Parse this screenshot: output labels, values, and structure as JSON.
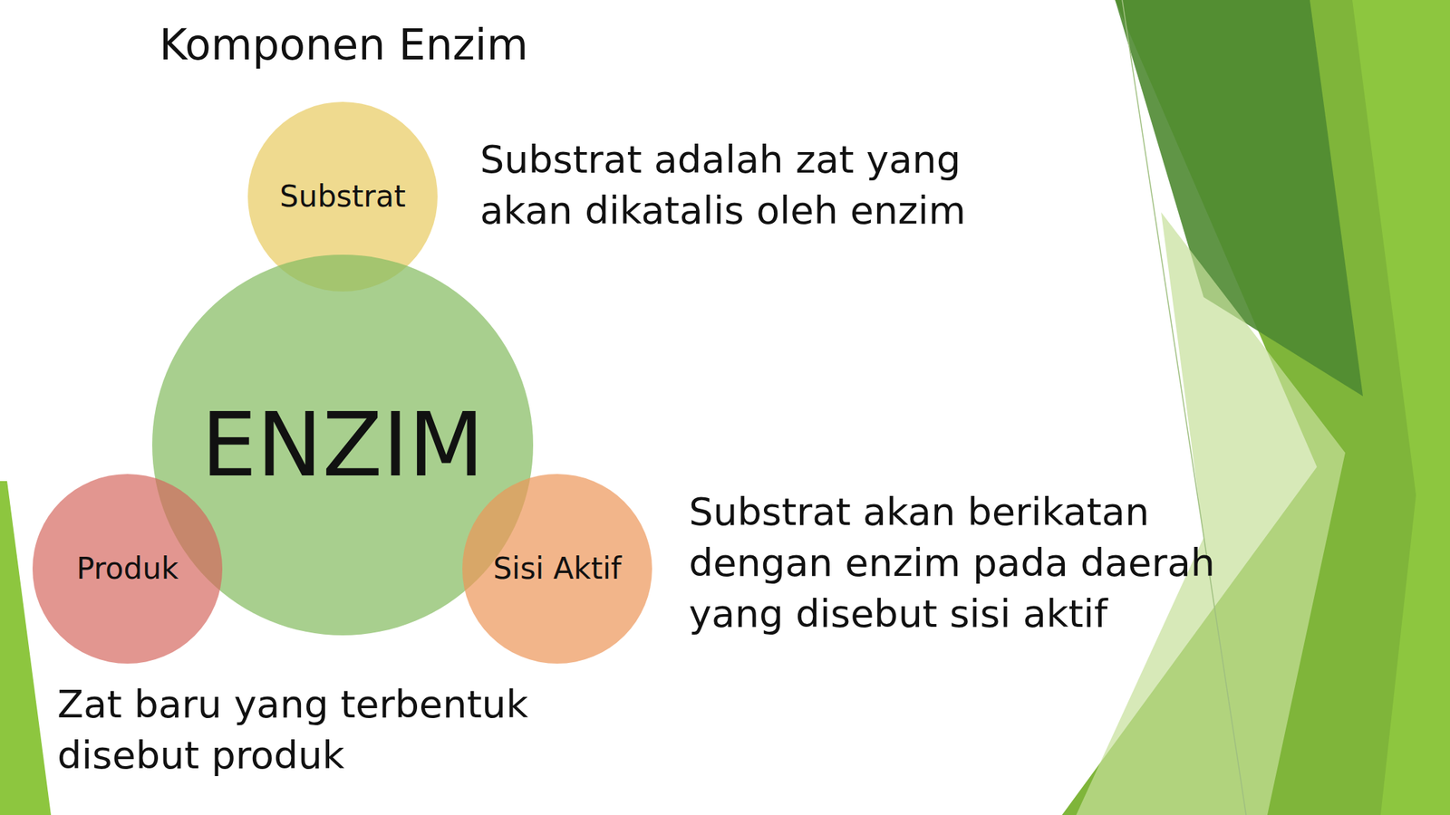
{
  "diagram": {
    "title": "Komponen Enzim",
    "nodes": [
      {
        "text": [
          "Substrat"
        ]
      },
      {
        "text": [
          "ENZIM"
        ]
      },
      {
        "text": [
          "Produk"
        ]
      },
      {
        "text": [
          "Sisi Aktif"
        ]
      }
    ],
    "labels": [
      "Substrat adalah zat yang akan dikatalis oleh enzim",
      "Substrat akan berikatan dengan enzim pada daerah yang disebut sisi aktif",
      "Zat baru yang terbentuk disebut produk"
    ]
  }
}
